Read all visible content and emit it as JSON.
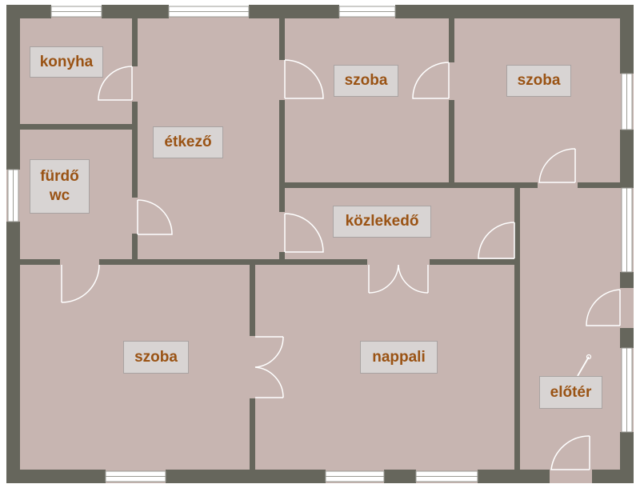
{
  "floor_plan": {
    "colors": {
      "wall": "#66665c",
      "floor": "#c7b5b1",
      "label_bg": "#d8d4d3",
      "label_text": "#9a5314",
      "window": "#ffffff"
    },
    "rooms": [
      {
        "id": "konyha",
        "label": "konyha"
      },
      {
        "id": "etkezo",
        "label": "étkező"
      },
      {
        "id": "szoba_top_1",
        "label": "szoba"
      },
      {
        "id": "szoba_top_2",
        "label": "szoba"
      },
      {
        "id": "furdo",
        "label": "fürdő\nwc"
      },
      {
        "id": "kozlekedo",
        "label": "közlekedő"
      },
      {
        "id": "szoba_bottom",
        "label": "szoba"
      },
      {
        "id": "nappali",
        "label": "nappali"
      },
      {
        "id": "eloter",
        "label": "előtér"
      }
    ]
  }
}
